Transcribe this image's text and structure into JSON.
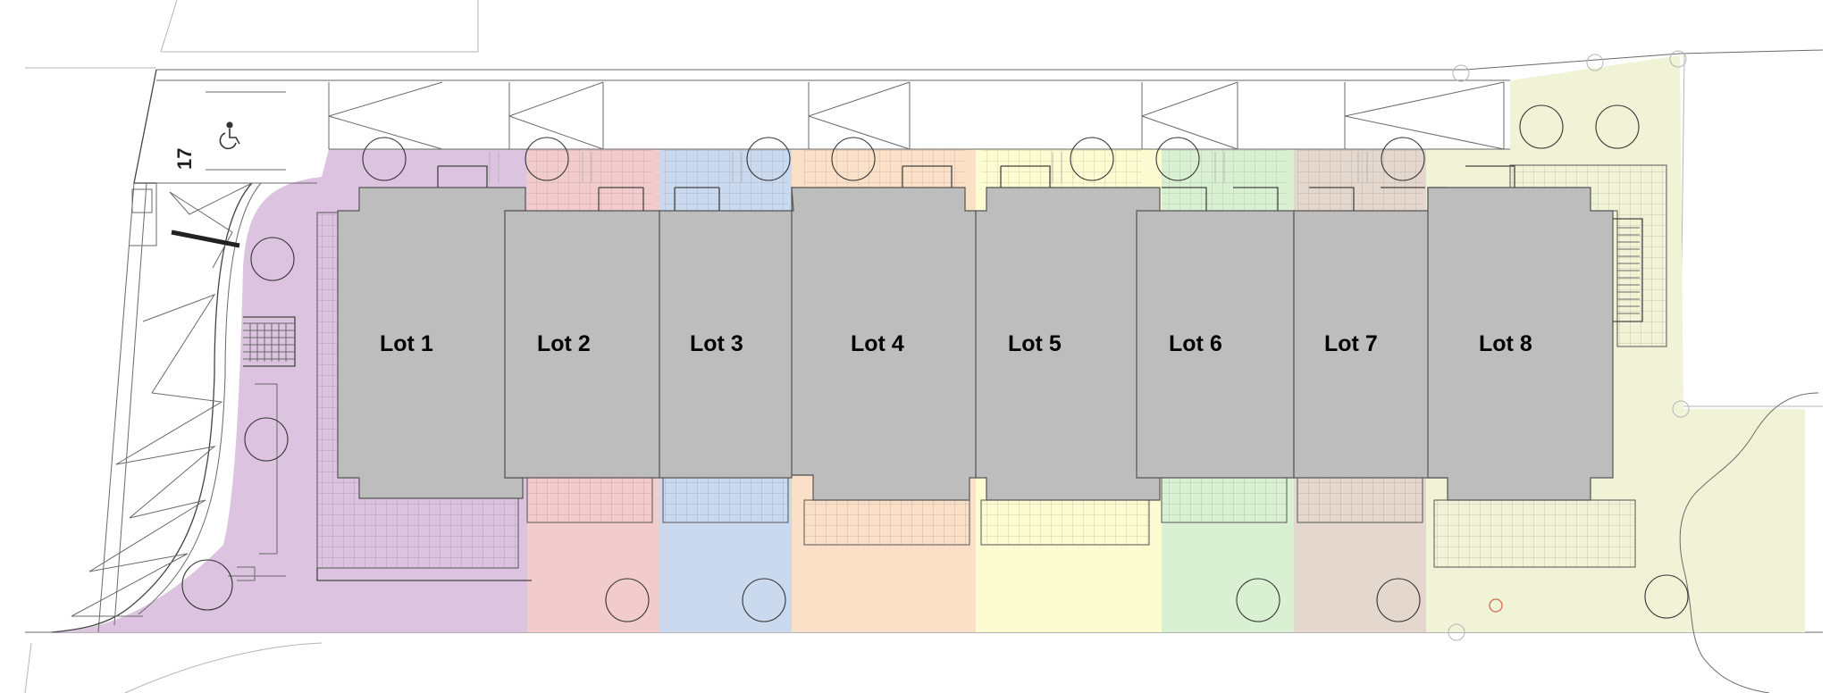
{
  "lots": [
    {
      "label": "Lot 1",
      "color": "#dcc3df"
    },
    {
      "label": "Lot 2",
      "color": "#f2cccc"
    },
    {
      "label": "Lot 3",
      "color": "#cbd9ee"
    },
    {
      "label": "Lot 4",
      "color": "#fbe0c8"
    },
    {
      "label": "Lot 5",
      "color": "#fdfbd1"
    },
    {
      "label": "Lot 6",
      "color": "#d9f1d2"
    },
    {
      "label": "Lot 7",
      "color": "#e4d7cd"
    },
    {
      "label": "Lot 8",
      "color": "#f0f3d6"
    }
  ],
  "parking": {
    "space_number": "17",
    "accessible_icon": "wheelchair-icon"
  },
  "colors": {
    "building": "#bdbdbd",
    "outline": "#555555"
  }
}
